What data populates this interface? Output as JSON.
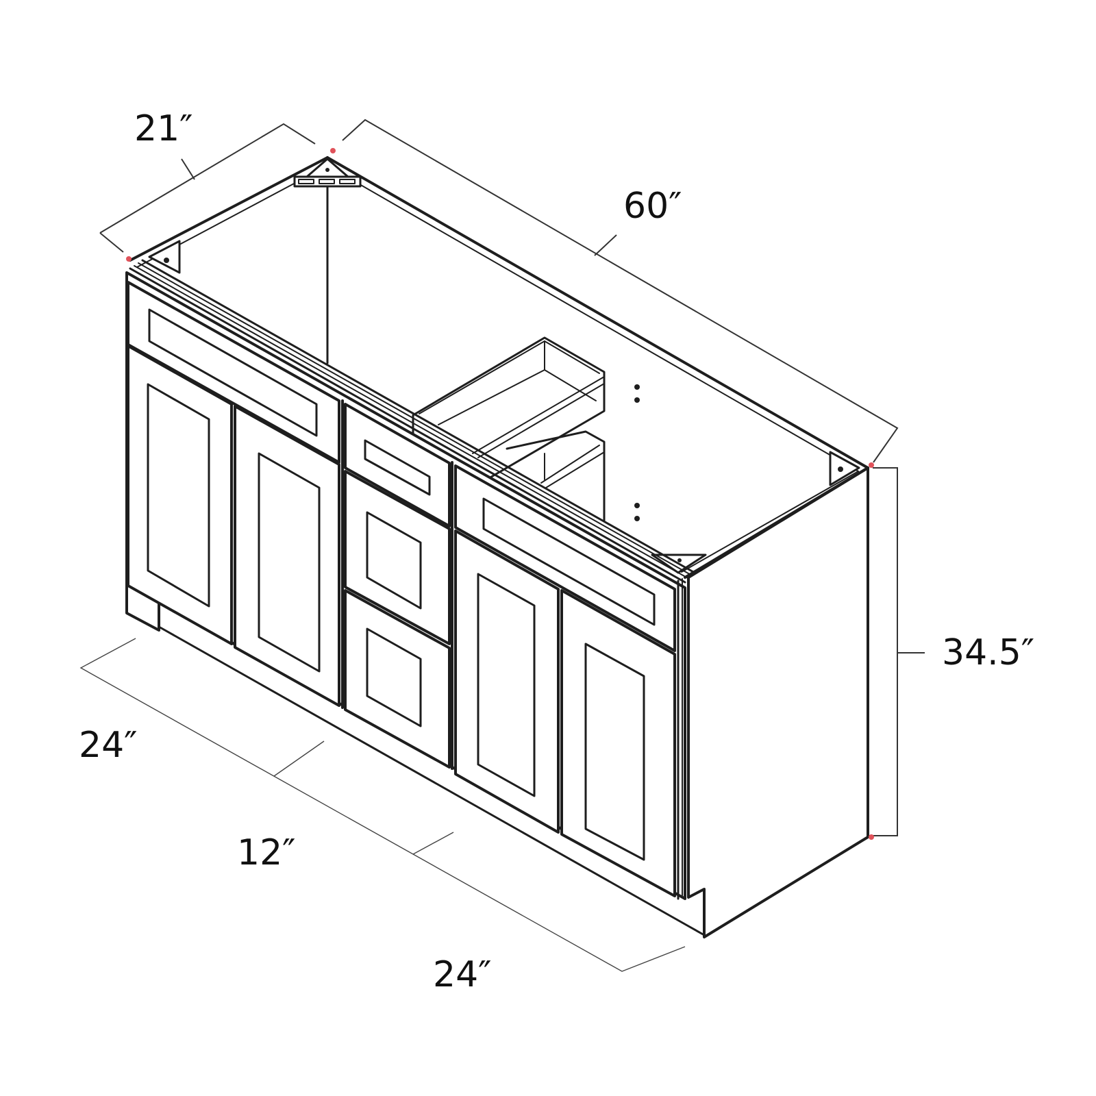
{
  "diagram": {
    "subject": "Double-sink vanity base cabinet, isometric line drawing",
    "colors": {
      "line": "#1e1e1e",
      "dimension": "#333333",
      "marker": "#e0525a",
      "background": "#ffffff"
    },
    "dimensions": {
      "depth": {
        "label": "21″"
      },
      "width": {
        "label": "60″"
      },
      "height": {
        "label": "34.5″"
      },
      "segments": [
        {
          "label": "24″"
        },
        {
          "label": "12″"
        },
        {
          "label": "24″"
        }
      ]
    },
    "components": {
      "left_section": {
        "false_drawer_front": 1,
        "doors": 2
      },
      "center_section": {
        "drawers": 3
      },
      "right_section": {
        "false_drawer_front": 1,
        "doors": 2
      },
      "interior": {
        "drawer_box_visible": true,
        "corner_braces": 4
      }
    }
  }
}
